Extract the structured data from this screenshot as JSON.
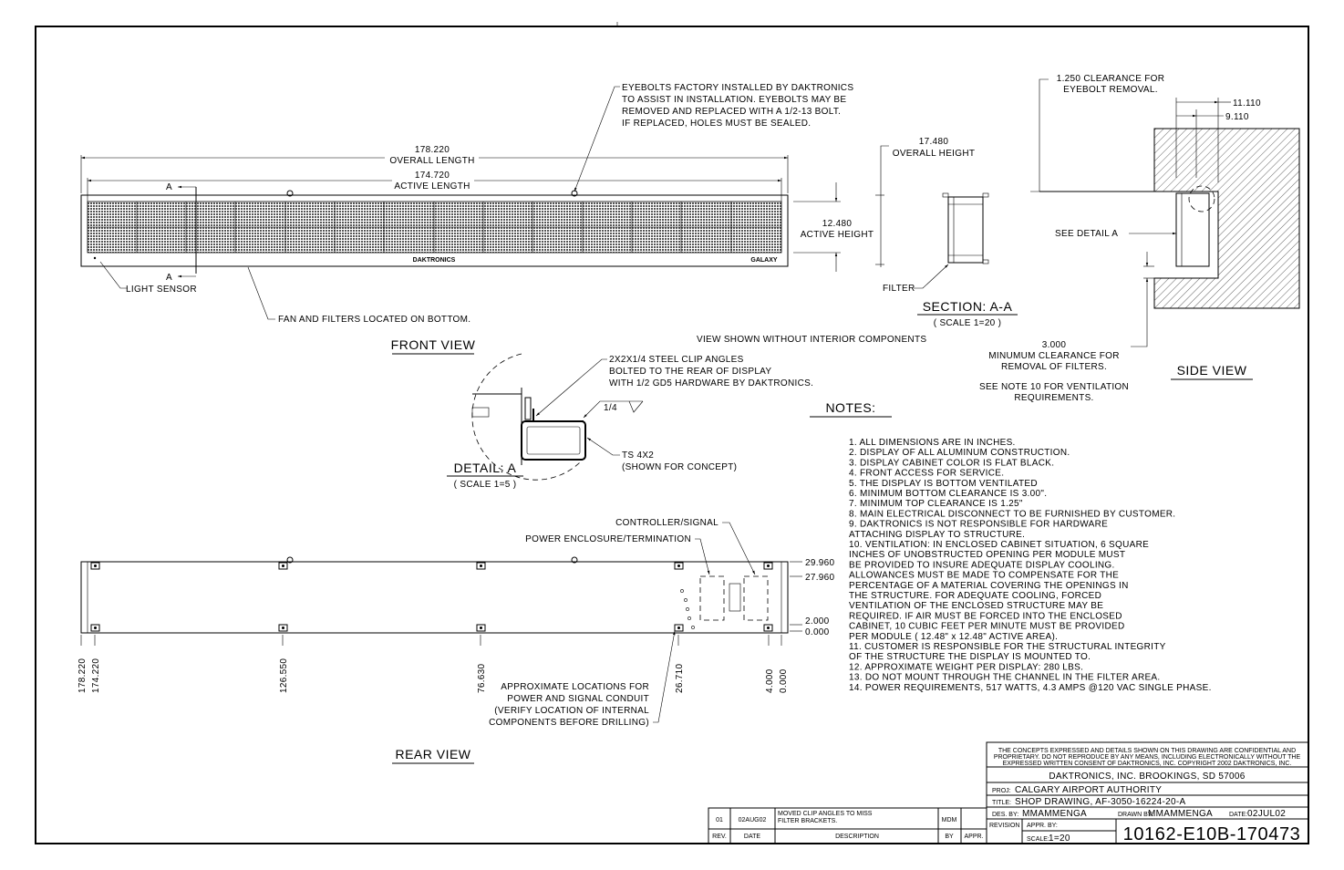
{
  "front_view": {
    "callout_eyebolts": [
      "EYEBOLTS FACTORY INSTALLED BY DAKTRONICS",
      "TO ASSIST IN INSTALLATION. EYEBOLTS MAY BE",
      "REMOVED AND REPLACED WITH A 1/2-13 BOLT.",
      "IF REPLACED, HOLES MUST BE SEALED."
    ],
    "overall_length_value": "178.220",
    "overall_length_label": "OVERALL LENGTH",
    "active_length_value": "174.720",
    "active_length_label": "ACTIVE LENGTH",
    "active_height_value": "12.480",
    "active_height_label": "ACTIVE HEIGHT",
    "section_marker": "A",
    "brand_center": "DAKTRONICS",
    "brand_right": "GALAXY",
    "light_sensor": "LIGHT SENSOR",
    "fan_filters": "FAN AND FILTERS LOCATED ON BOTTOM.",
    "title": "FRONT VIEW"
  },
  "section": {
    "overall_height_value": "17.480",
    "overall_height_label": "OVERALL HEIGHT",
    "filter": "FILTER",
    "title": "SECTION: A-A",
    "scale": "( SCALE 1=20 )",
    "view_note": "VIEW SHOWN WITHOUT INTERIOR COMPONENTS"
  },
  "side_view": {
    "clearance_eyebolt": [
      "1.250 CLEARANCE FOR",
      "EYEBOLT REMOVAL."
    ],
    "dim_11110": "11.110",
    "dim_9110": "9.110",
    "see_detail": "SEE DETAIL A",
    "filter_clearance": [
      "3.000",
      "MINUMUM CLEARANCE FOR",
      "REMOVAL OF FILTERS."
    ],
    "see_note": [
      "SEE NOTE 10 FOR VENTILATION",
      "REQUIREMENTS."
    ],
    "title": "SIDE VIEW"
  },
  "detail": {
    "clip_angles": [
      "2X2X1/4 STEEL CLIP ANGLES",
      "BOLTED TO THE REAR OF DISPLAY",
      "WITH 1/2 GD5 HARDWARE BY DAKTRONICS."
    ],
    "weld": "1/4",
    "tube": [
      "TS 4X2",
      "(SHOWN FOR CONCEPT)"
    ],
    "title": "DETAIL: A",
    "scale": "( SCALE 1=5 )"
  },
  "notes": {
    "title": "NOTES:",
    "lines": [
      "1.   ALL DIMENSIONS ARE IN INCHES.",
      "2.   DISPLAY OF ALL ALUMINUM CONSTRUCTION.",
      "3.   DISPLAY CABINET COLOR IS FLAT BLACK.",
      "4.   FRONT ACCESS FOR SERVICE.",
      "5.   THE DISPLAY IS BOTTOM VENTILATED",
      "6.   MINIMUM BOTTOM CLEARANCE IS 3.00\".",
      "7.   MINIMUM TOP CLEARANCE IS 1.25\"",
      "8.   MAIN ELECTRICAL DISCONNECT TO BE FURNISHED BY CUSTOMER.",
      "9.   DAKTRONICS IS NOT RESPONSIBLE FOR HARDWARE",
      "       ATTACHING DISPLAY TO STRUCTURE.",
      "10. VENTILATION: IN ENCLOSED CABINET SITUATION, 6 SQUARE",
      "       INCHES OF UNOBSTRUCTED OPENING PER MODULE MUST",
      "       BE PROVIDED TO INSURE ADEQUATE DISPLAY COOLING.",
      "       ALLOWANCES MUST BE MADE TO COMPENSATE FOR THE",
      "       PERCENTAGE OF A MATERIAL COVERING THE OPENINGS IN",
      "       THE STRUCTURE.  FOR ADEQUATE COOLING, FORCED",
      "       VENTILATION OF THE ENCLOSED STRUCTURE MAY BE",
      "       REQUIRED.  IF AIR MUST BE FORCED INTO THE ENCLOSED",
      "       CABINET, 10 CUBIC FEET PER MINUTE MUST BE PROVIDED",
      "       PER MODULE ( 12.48\" x 12.48\" ACTIVE AREA).",
      "11. CUSTOMER IS RESPONSIBLE FOR THE STRUCTURAL INTEGRITY",
      "       OF THE STRUCTURE THE DISPLAY IS MOUNTED TO.",
      "12. APPROXIMATE WEIGHT PER DISPLAY: 280 LBS.",
      "13. DO NOT MOUNT THROUGH THE CHANNEL IN THE FILTER AREA.",
      "14. POWER REQUIREMENTS, 517 WATTS, 4.3 AMPS @120 VAC SINGLE PHASE."
    ]
  },
  "rear_view": {
    "controller": "CONTROLLER/SIGNAL",
    "power_enclosure": "POWER ENCLOSURE/TERMINATION",
    "dims_right": [
      "29.960",
      "27.960",
      "2.000",
      "0.000"
    ],
    "dims_bottom": [
      "178.220",
      "174.220",
      "126.550",
      "76.630",
      "26.710",
      "4.000",
      "0.000"
    ],
    "conduit": [
      "APPROXIMATE LOCATIONS FOR",
      "POWER AND SIGNAL CONDUIT",
      "(VERIFY LOCATION OF INTERNAL",
      "COMPONENTS BEFORE DRILLING)"
    ],
    "title": "REAR VIEW"
  },
  "revisions": {
    "row": {
      "rev": "01",
      "date": "02AUG02",
      "description": [
        "MOVED CLIP ANGLES TO MISS",
        "FILTER BRACKETS."
      ],
      "by": "MDM",
      "appr": ""
    },
    "headers": {
      "rev": "REV.",
      "date": "DATE",
      "description": "DESCRIPTION",
      "by": "BY",
      "appr": "APPR."
    }
  },
  "title_block": {
    "confidential": [
      "THE CONCEPTS  EXPRESSED  AND  DETAILS SHOWN ON THIS DRAWING ARE CONFIDENTIAL AND",
      "PROPRIETARY.  DO NOT REPRODUCE BY ANY MEANS, INCLUDING ELECTRONICALLY WITHOUT THE",
      "EXPRESSED WRITTEN CONSENT OF DAKTRONICS, INC.          COPYRIGHT 2002 DAKTRONICS, INC."
    ],
    "company": "DAKTRONICS, INC.   BROOKINGS, SD 57006",
    "proj_label": "PROJ:",
    "proj": "CALGARY AIRPORT AUTHORITY",
    "title_label": "TITLE:",
    "title": "SHOP DRAWING, AF-3050-16224-20-A",
    "des_label": "DES. BY:",
    "des": "MMAMMENGA",
    "drawn_label": "DRAWN BY:",
    "drawn": "MMAMMENGA",
    "date_label": "DATE:",
    "date": "02JUL02",
    "revision_label": "REVISION",
    "appr_label": "APPR. BY:",
    "scale_label": "SCALE:",
    "scale": "1=20",
    "drawing_number": "10162-E10B-170473"
  }
}
